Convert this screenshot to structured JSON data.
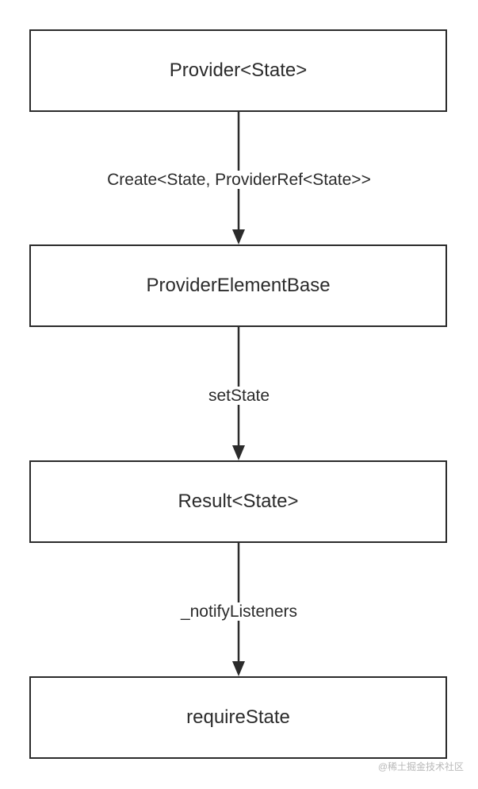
{
  "nodes": [
    {
      "id": "provider",
      "label": "Provider<State>"
    },
    {
      "id": "provider-element-base",
      "label": "ProviderElementBase"
    },
    {
      "id": "result",
      "label": "Result<State>"
    },
    {
      "id": "require-state",
      "label": "requireState"
    }
  ],
  "edges": [
    {
      "from": "provider",
      "to": "provider-element-base",
      "label": "Create<State, ProviderRef<State>>"
    },
    {
      "from": "provider-element-base",
      "to": "result",
      "label": "setState"
    },
    {
      "from": "result",
      "to": "require-state",
      "label": "_notifyListeners"
    }
  ],
  "watermark": "@稀土掘金技术社区",
  "colors": {
    "stroke": "#2b2b2b",
    "background": "#ffffff",
    "watermark": "#b8b8b8"
  }
}
